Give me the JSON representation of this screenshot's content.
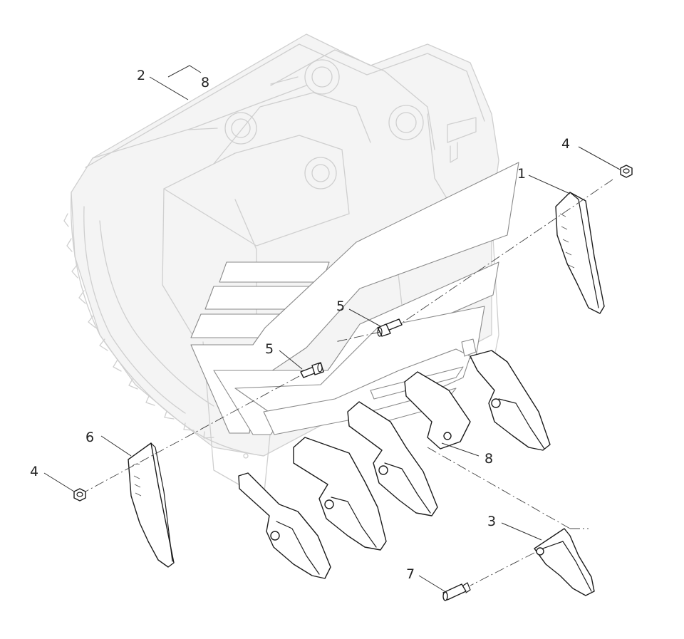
{
  "callouts": [
    {
      "id": "c-2",
      "label": "2"
    },
    {
      "id": "c-8-top",
      "label": "8"
    },
    {
      "id": "c-1",
      "label": "1"
    },
    {
      "id": "c-4-right",
      "label": "4"
    },
    {
      "id": "c-5-upper",
      "label": "5"
    },
    {
      "id": "c-5-lower",
      "label": "5"
    },
    {
      "id": "c-6",
      "label": "6"
    },
    {
      "id": "c-4-left",
      "label": "4"
    },
    {
      "id": "c-8-bottom",
      "label": "8"
    },
    {
      "id": "c-3",
      "label": "3"
    },
    {
      "id": "c-7",
      "label": "7"
    }
  ],
  "colors": {
    "ghost_outline": "#cfcfcf",
    "part_outline": "#1c1c1c",
    "background": "#ffffff"
  }
}
